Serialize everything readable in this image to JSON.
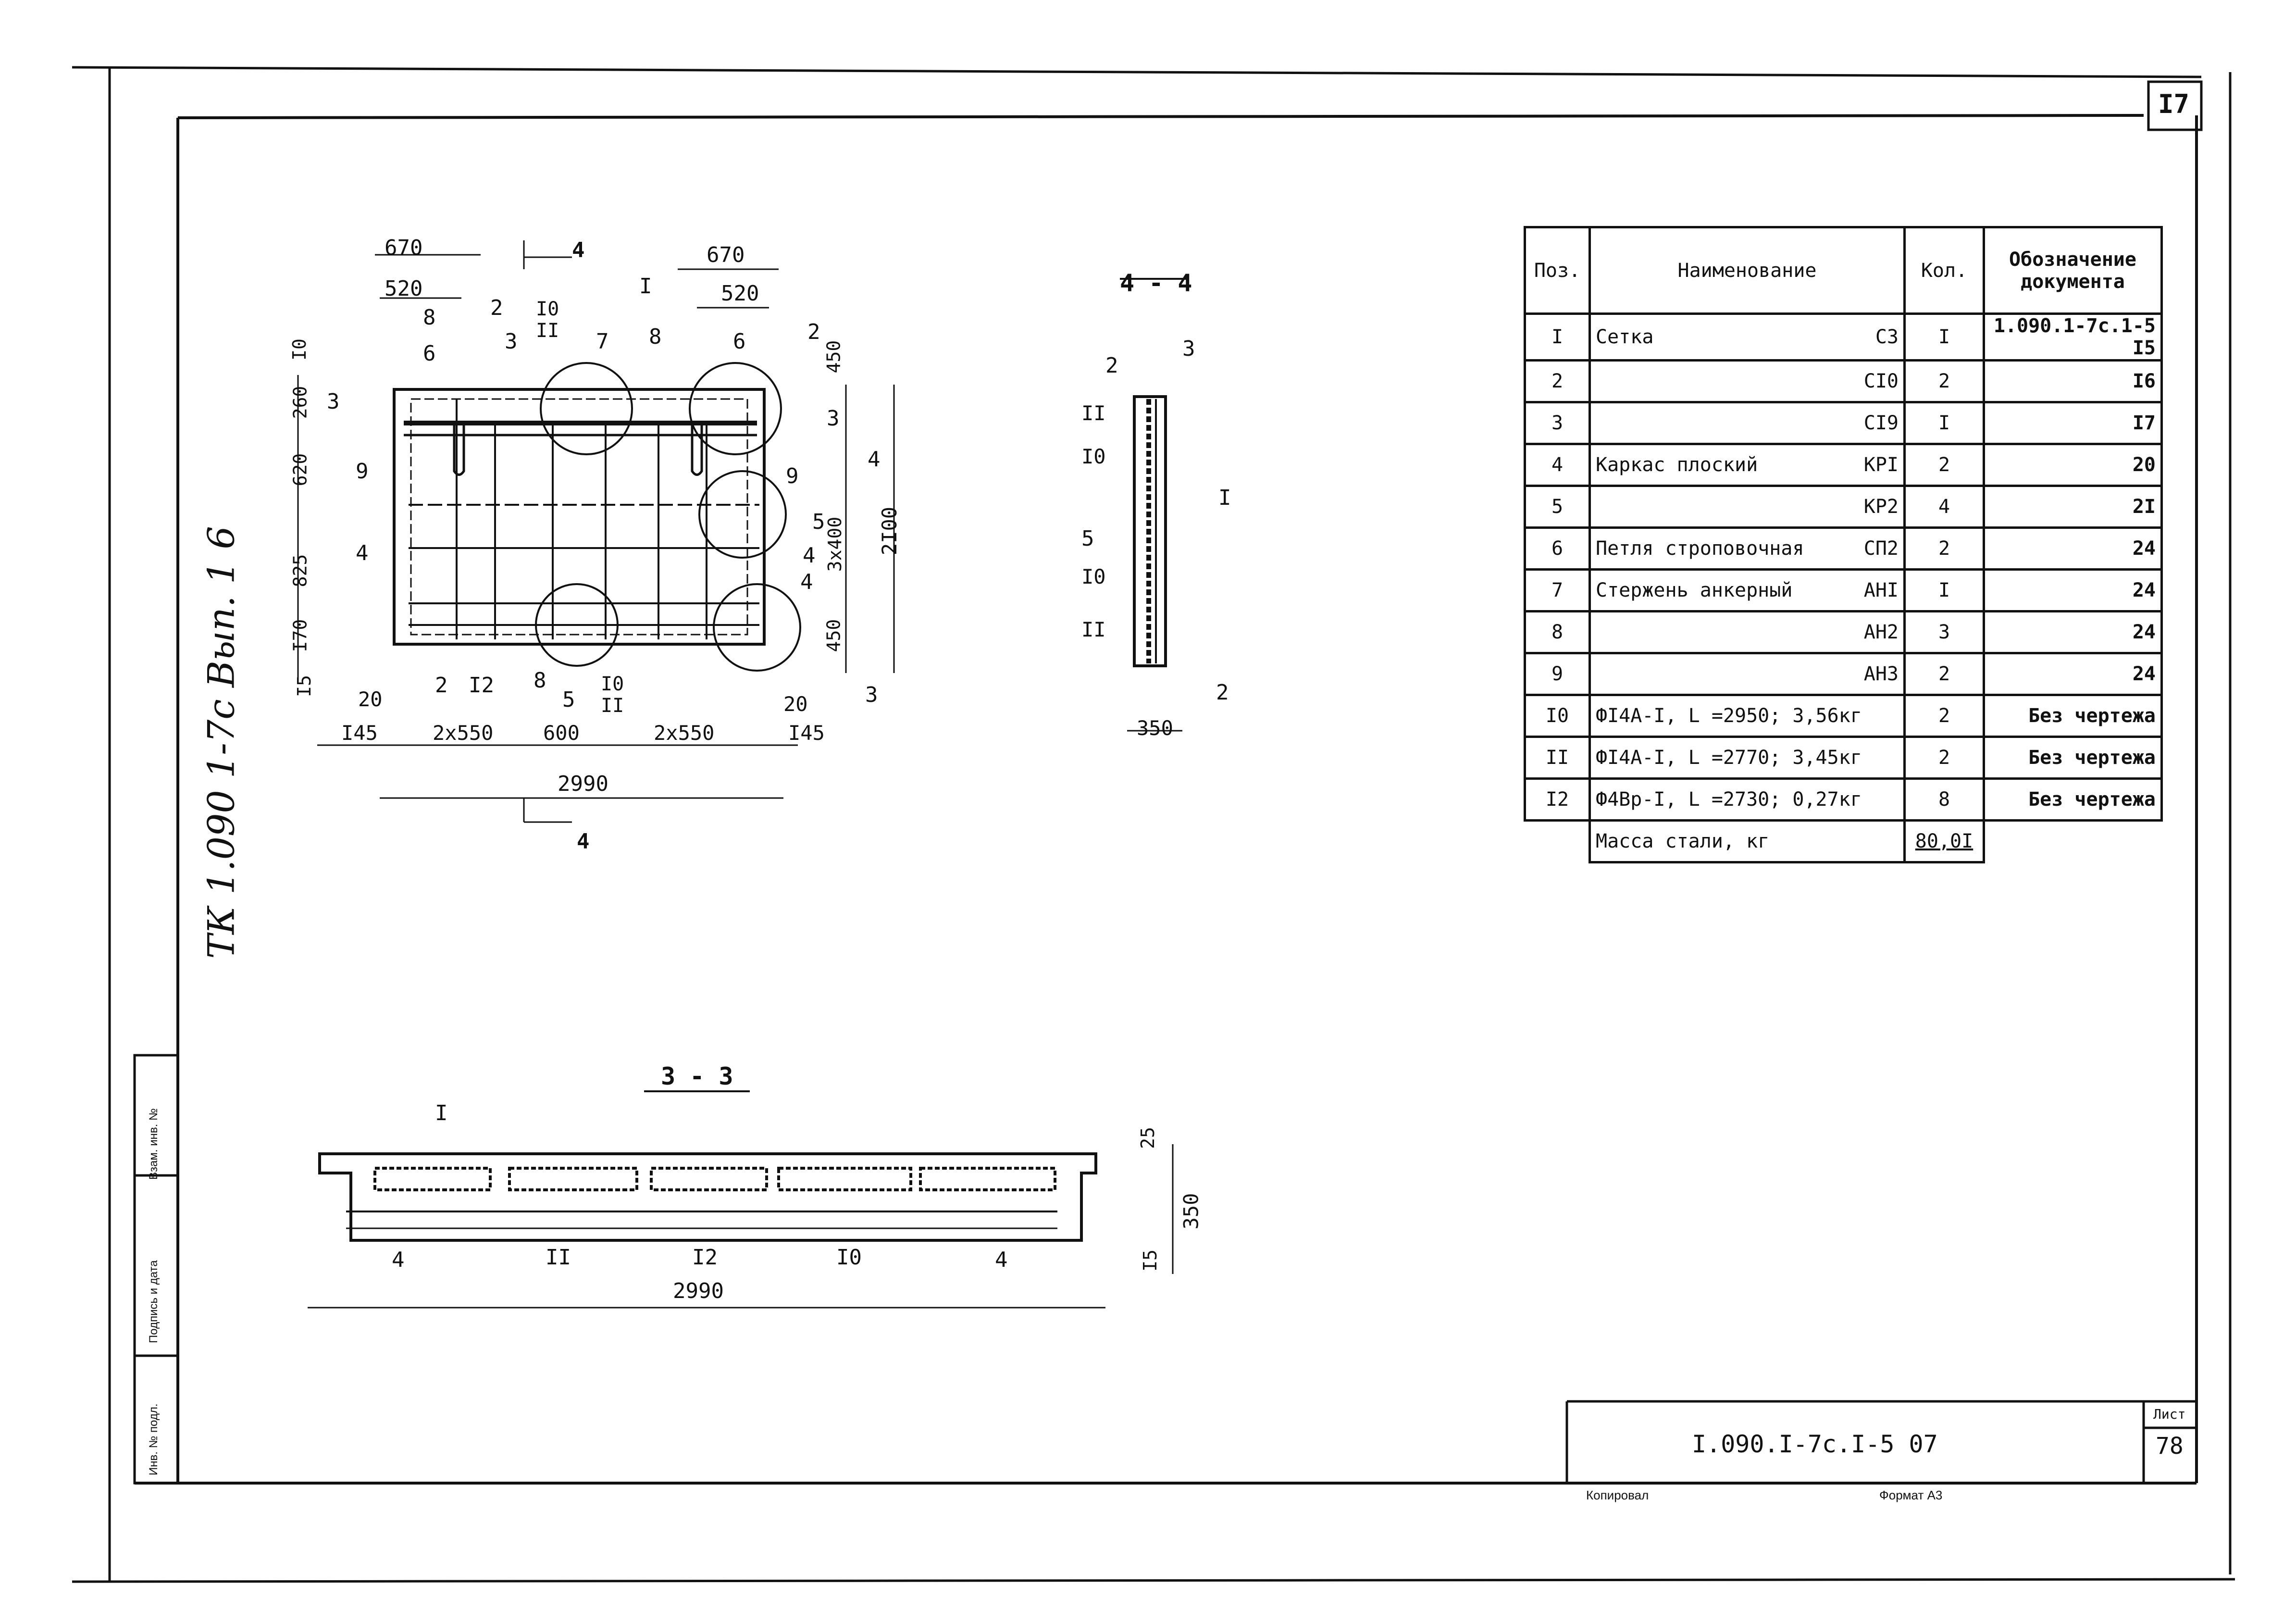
{
  "sheet": {
    "corner_number": "I7",
    "handwritten_margin": "ТК 1.090 1-7с Вып. 1 6",
    "doc_code": "I.090.I-7с.I-5 07",
    "list_label": "Лист",
    "list_number": "78",
    "kopiroval_label": "Копировал",
    "format_label": "Формат А3",
    "stamp_fields": [
      "Инв. № подл.",
      "Подпись и дата",
      "Взам. инв. №"
    ]
  },
  "plan_view": {
    "dims_top": [
      "670",
      "520",
      "670",
      "520"
    ],
    "dims_left": [
      "I0",
      "260",
      "620",
      "825",
      "I70",
      "I5"
    ],
    "dims_right": [
      "450",
      "3х400",
      "2I00",
      "450"
    ],
    "dims_bottom": [
      "20",
      "I45",
      "2х550",
      "600",
      "2х550",
      "I45",
      "20"
    ],
    "total_length": "2990",
    "section_mark": "4",
    "callouts": [
      "8",
      "6",
      "2",
      "3",
      "I0",
      "II",
      "I",
      "7",
      "8",
      "6",
      "2",
      "3",
      "9",
      "4",
      "5",
      "4",
      "9",
      "4",
      "4",
      "3",
      "2",
      "I2",
      "8",
      "5",
      "I0",
      "II",
      "3"
    ]
  },
  "section_44": {
    "title": "4 - 4",
    "callouts": [
      "2",
      "3",
      "II",
      "I0",
      "5",
      "I0",
      "II",
      "I",
      "2"
    ],
    "width_dim": "350"
  },
  "section_33": {
    "title": "3 - 3",
    "callouts": [
      "I",
      "4",
      "II",
      "I2",
      "I0",
      "4"
    ],
    "dims_right": [
      "25",
      "350",
      "I5"
    ],
    "total_length": "2990"
  },
  "spec_table": {
    "headers": [
      "Поз.",
      "Наименование",
      "Кол.",
      "Обозначение документа"
    ],
    "rows": [
      {
        "pos": "I",
        "name": "Сетка",
        "mark": "С3",
        "qty": "I",
        "doc": "1.090.1-7с.1-5 I5"
      },
      {
        "pos": "2",
        "name": "",
        "mark": "СI0",
        "qty": "2",
        "doc": "I6"
      },
      {
        "pos": "3",
        "name": "",
        "mark": "СI9",
        "qty": "I",
        "doc": "I7"
      },
      {
        "pos": "4",
        "name": "Каркас плоский",
        "mark": "КРI",
        "qty": "2",
        "doc": "20"
      },
      {
        "pos": "5",
        "name": "",
        "mark": "КР2",
        "qty": "4",
        "doc": "2I"
      },
      {
        "pos": "6",
        "name": "Петля строповочная",
        "mark": "СП2",
        "qty": "2",
        "doc": "24"
      },
      {
        "pos": "7",
        "name": "Стержень анкерный",
        "mark": "АНI",
        "qty": "I",
        "doc": "24"
      },
      {
        "pos": "8",
        "name": "",
        "mark": "АН2",
        "qty": "3",
        "doc": "24"
      },
      {
        "pos": "9",
        "name": "",
        "mark": "АН3",
        "qty": "2",
        "doc": "24"
      },
      {
        "pos": "I0",
        "name": "ФI4А-I, L =2950;  3,56кг",
        "mark": "",
        "qty": "2",
        "doc": "Без чертежа"
      },
      {
        "pos": "II",
        "name": "ФI4А-I, L =2770;  3,45кг",
        "mark": "",
        "qty": "2",
        "doc": "Без чертежа"
      },
      {
        "pos": "I2",
        "name": "Ф4Вр-I, L =2730;  0,27кг",
        "mark": "",
        "qty": "8",
        "doc": "Без чертежа"
      }
    ],
    "mass_label": "Масса стали,  кг",
    "mass_value": "80,0I"
  }
}
